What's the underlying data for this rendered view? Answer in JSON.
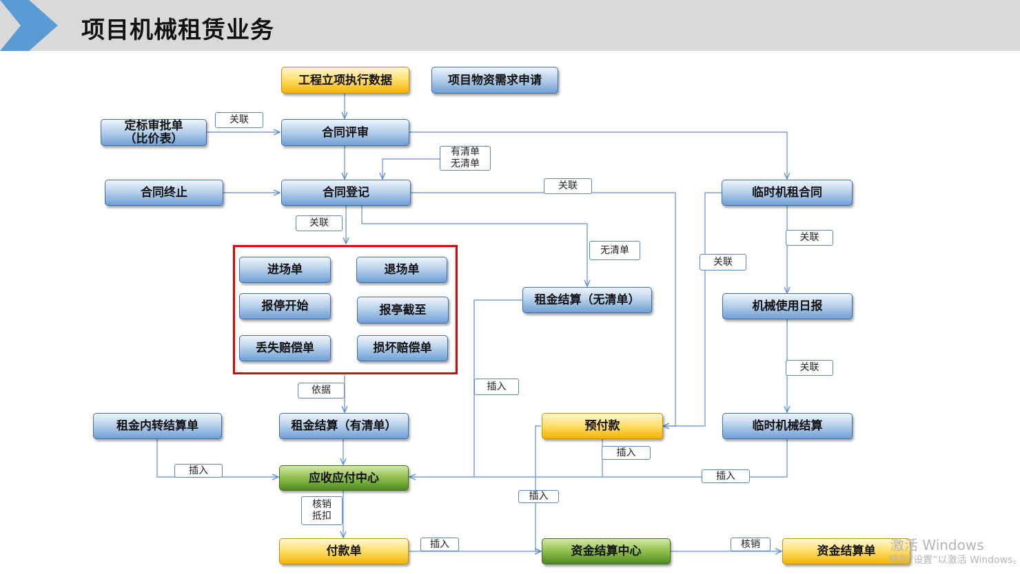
{
  "slide": {
    "title": "项目机械租赁业务"
  },
  "nodes": {
    "engineering_data": "工程立项执行数据",
    "material_request": "项目物资需求申请",
    "bid_approval": "定标审批单\n（比价表）",
    "contract_review": "合同评审",
    "contract_termination": "合同终止",
    "contract_registration": "合同登记",
    "temp_lease_contract": "临时机租合同",
    "entry_order": "进场单",
    "exit_order": "退场单",
    "suspend_start": "报停开始",
    "suspend_end": "报亭截至",
    "loss_compensation": "丢失赔偿单",
    "damage_compensation": "损坏赔偿单",
    "rent_settle_no_list": "租金结算（无清单）",
    "equipment_daily_report": "机械使用日报",
    "rent_internal_transfer": "租金内转结算单",
    "rent_settle_with_list": "租金结算（有清单）",
    "prepayment": "预付款",
    "temp_equipment_settle": "临时机械结算",
    "ar_ap_center": "应收应付中心",
    "payment_order": "付款单",
    "fund_settle_center": "资金结算中心",
    "fund_settle_order": "资金结算单"
  },
  "edge_labels": {
    "link_bid": "关联",
    "has_list_no_list": "有清单\n无清单",
    "link_register_right": "关联",
    "link_register_down": "关联",
    "no_list": "无清单",
    "link_temp_contract": "关联",
    "link_temp_left": "关联",
    "link_daily": "关联",
    "basis": "依据",
    "insert_no_list": "插入",
    "insert_internal": "插入",
    "insert_prepay": "插入",
    "insert_temp_settle": "插入",
    "insert_fund_vertical": "插入",
    "writeoff_deduct": "核销\n抵扣",
    "insert_payment": "插入",
    "writeoff_fund": "核销"
  },
  "watermark": {
    "line1": "激活 Windows",
    "line2": "转到“设置”以激活 Windows。"
  },
  "colors": {
    "header_bg": "#d9d9d9",
    "chevron": "#5b9bd5",
    "line": "#5b8ed0",
    "highlight_box": "#e00000"
  }
}
